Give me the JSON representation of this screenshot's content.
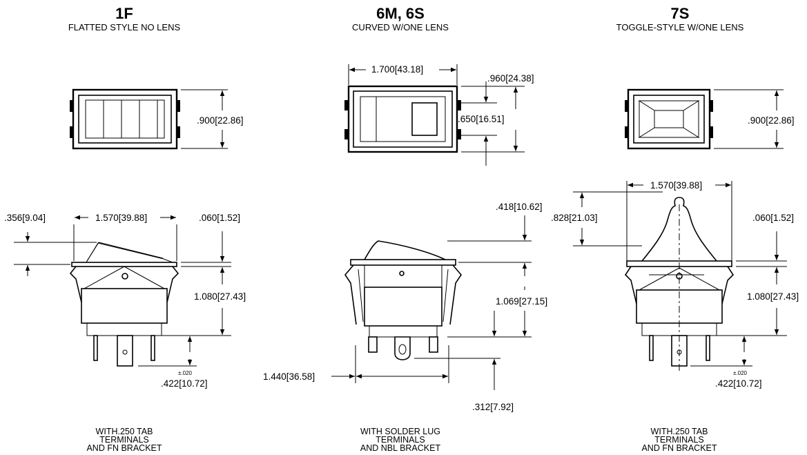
{
  "models": [
    {
      "code": "1F",
      "subtitle": "FLATTED STYLE NO LENS",
      "top_dims": {
        "height": ".900[22.86]"
      },
      "side_dims": {
        "offset": ".356[9.04]",
        "width": "1.570[39.88]",
        "rim": ".060[1.52]",
        "body_height": "1.080[27.43]",
        "tolerance": "±.020",
        "terminal": ".422[10.72]"
      },
      "footer": [
        "WITH.250 TAB",
        "TERMINALS",
        "AND FN BRACKET"
      ]
    },
    {
      "code": "6M, 6S",
      "subtitle": "CURVED W/ONE LENS",
      "top_dims": {
        "width": "1.700[43.18]",
        "lens_offset": ".960[24.38]",
        "lens_height": ".650[16.51]"
      },
      "side_dims": {
        "rocker": ".418[10.62]",
        "body_height": "1.069[27.15]",
        "base_width": "1.440[36.58]",
        "lug": ".312[7.92]"
      },
      "footer": [
        "WITH SOLDER LUG",
        "TERMINALS",
        "AND NBL BRACKET"
      ]
    },
    {
      "code": "7S",
      "subtitle": "TOGGLE-STYLE W/ONE LENS",
      "top_dims": {
        "height": ".900[22.86]"
      },
      "side_dims": {
        "width": "1.570[39.88]",
        "toggle": ".828[21.03]",
        "rim": ".060[1.52]",
        "body_height": "1.080[27.43]",
        "tolerance": "±.020",
        "terminal": ".422[10.72]"
      },
      "footer": [
        "WITH.250 TAB",
        "TERMINALS",
        "AND FN BRACKET"
      ]
    }
  ]
}
